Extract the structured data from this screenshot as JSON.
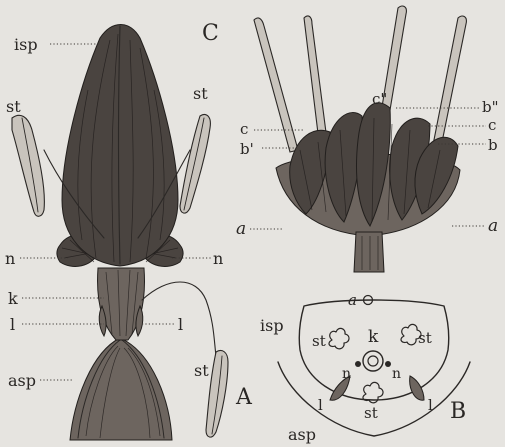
{
  "figure_letters": {
    "A": "A",
    "B": "B",
    "C": "C"
  },
  "labels_A": {
    "isp": "isp",
    "st_left": "st",
    "st_right": "st",
    "n_left": "n",
    "n_right": "n",
    "k": "k",
    "l_left": "l",
    "l_right": "l",
    "asp": "asp",
    "st_lower": "st"
  },
  "labels_C": {
    "c2": "c\"",
    "b2": "b\"",
    "c_left": "c",
    "c_right": "c",
    "b1": "b'",
    "b_right": "b",
    "a_left": "a",
    "a_right": "a"
  },
  "labels_B": {
    "a": "a",
    "isp": "isp",
    "k": "k",
    "st_left": "st",
    "st_right": "st",
    "n_left": "n",
    "n_right": "n",
    "l_left": "l",
    "l_right": "l",
    "st_bottom": "st",
    "asp": "asp"
  },
  "colors": {
    "paper": "#e6e4e0",
    "ink": "#2b2826"
  }
}
